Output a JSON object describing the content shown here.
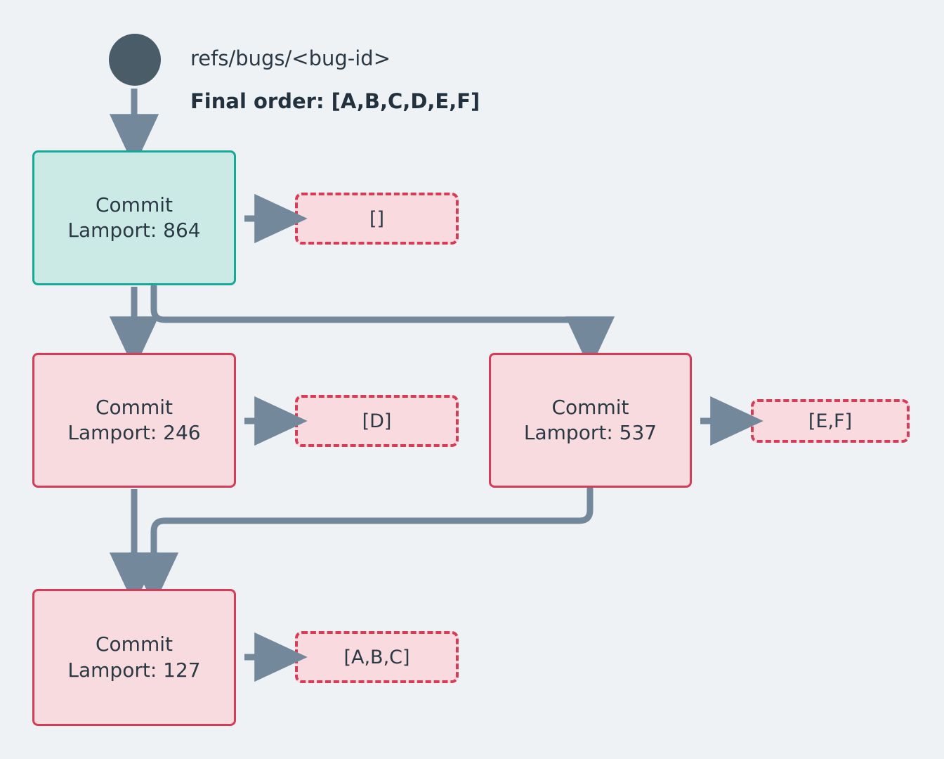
{
  "diagram": {
    "background_color": "#eef2f5",
    "root": {
      "icon": "filled-circle",
      "color": "#4a5c68"
    },
    "labels": {
      "ref": "refs/bugs/<bug-id>",
      "final_order": "Final order: [A,B,C,D,E,F]"
    },
    "colors": {
      "teal_border": "#16a99a",
      "teal_fill": "#cbeae6",
      "pink_border": "#d43c57",
      "pink_fill": "#f7dbdf",
      "tag_fill": "#f9dade",
      "edge": "#73889a",
      "text": "#2b3945"
    },
    "nodes": [
      {
        "id": "c864",
        "title": "Commit",
        "lamport": "Lamport: 864",
        "style": "teal",
        "tag": "[]"
      },
      {
        "id": "c246",
        "title": "Commit",
        "lamport": "Lamport: 246",
        "style": "pink",
        "tag": "[D]"
      },
      {
        "id": "c537",
        "title": "Commit",
        "lamport": "Lamport: 537",
        "style": "pink",
        "tag": "[E,F]"
      },
      {
        "id": "c127",
        "title": "Commit",
        "lamport": "Lamport: 127",
        "style": "pink",
        "tag": "[A,B,C]"
      }
    ],
    "edges": [
      {
        "from": "root",
        "to": "c864"
      },
      {
        "from": "c864",
        "to": "c246"
      },
      {
        "from": "c864",
        "to": "c537"
      },
      {
        "from": "c246",
        "to": "c127"
      },
      {
        "from": "c537",
        "to": "c127"
      }
    ]
  }
}
